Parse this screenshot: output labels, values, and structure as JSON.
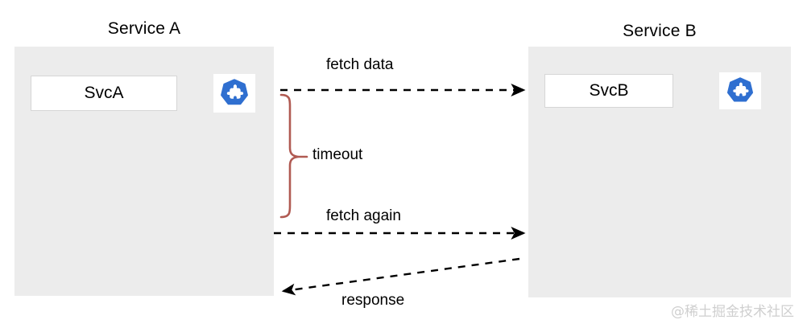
{
  "diagram": {
    "type": "sequence-diagram",
    "background_color": "#ffffff",
    "services": [
      {
        "id": "a",
        "title": "Service A",
        "box_label": "SvcA",
        "panel_color": "#ececec",
        "icon": "kubernetes-puzzle-icon",
        "icon_color": "#2f6fd0"
      },
      {
        "id": "b",
        "title": "Service B",
        "box_label": "SvcB",
        "panel_color": "#ececec",
        "icon": "kubernetes-puzzle-icon",
        "icon_color": "#2f6fd0"
      }
    ],
    "messages": [
      {
        "id": "fetch-data",
        "label": "fetch data",
        "direction": "right",
        "style": "dashed",
        "color": "#000000"
      },
      {
        "id": "fetch-again",
        "label": "fetch again",
        "direction": "right",
        "style": "dashed",
        "color": "#000000"
      },
      {
        "id": "response",
        "label": "response",
        "direction": "left",
        "style": "dashed",
        "color": "#000000"
      }
    ],
    "annotations": [
      {
        "id": "timeout",
        "label": "timeout",
        "shape": "curly-brace",
        "color": "#b05a52"
      }
    ]
  },
  "watermark": {
    "text": "@稀土掘金技术社区",
    "color": "#cfcfcf"
  }
}
